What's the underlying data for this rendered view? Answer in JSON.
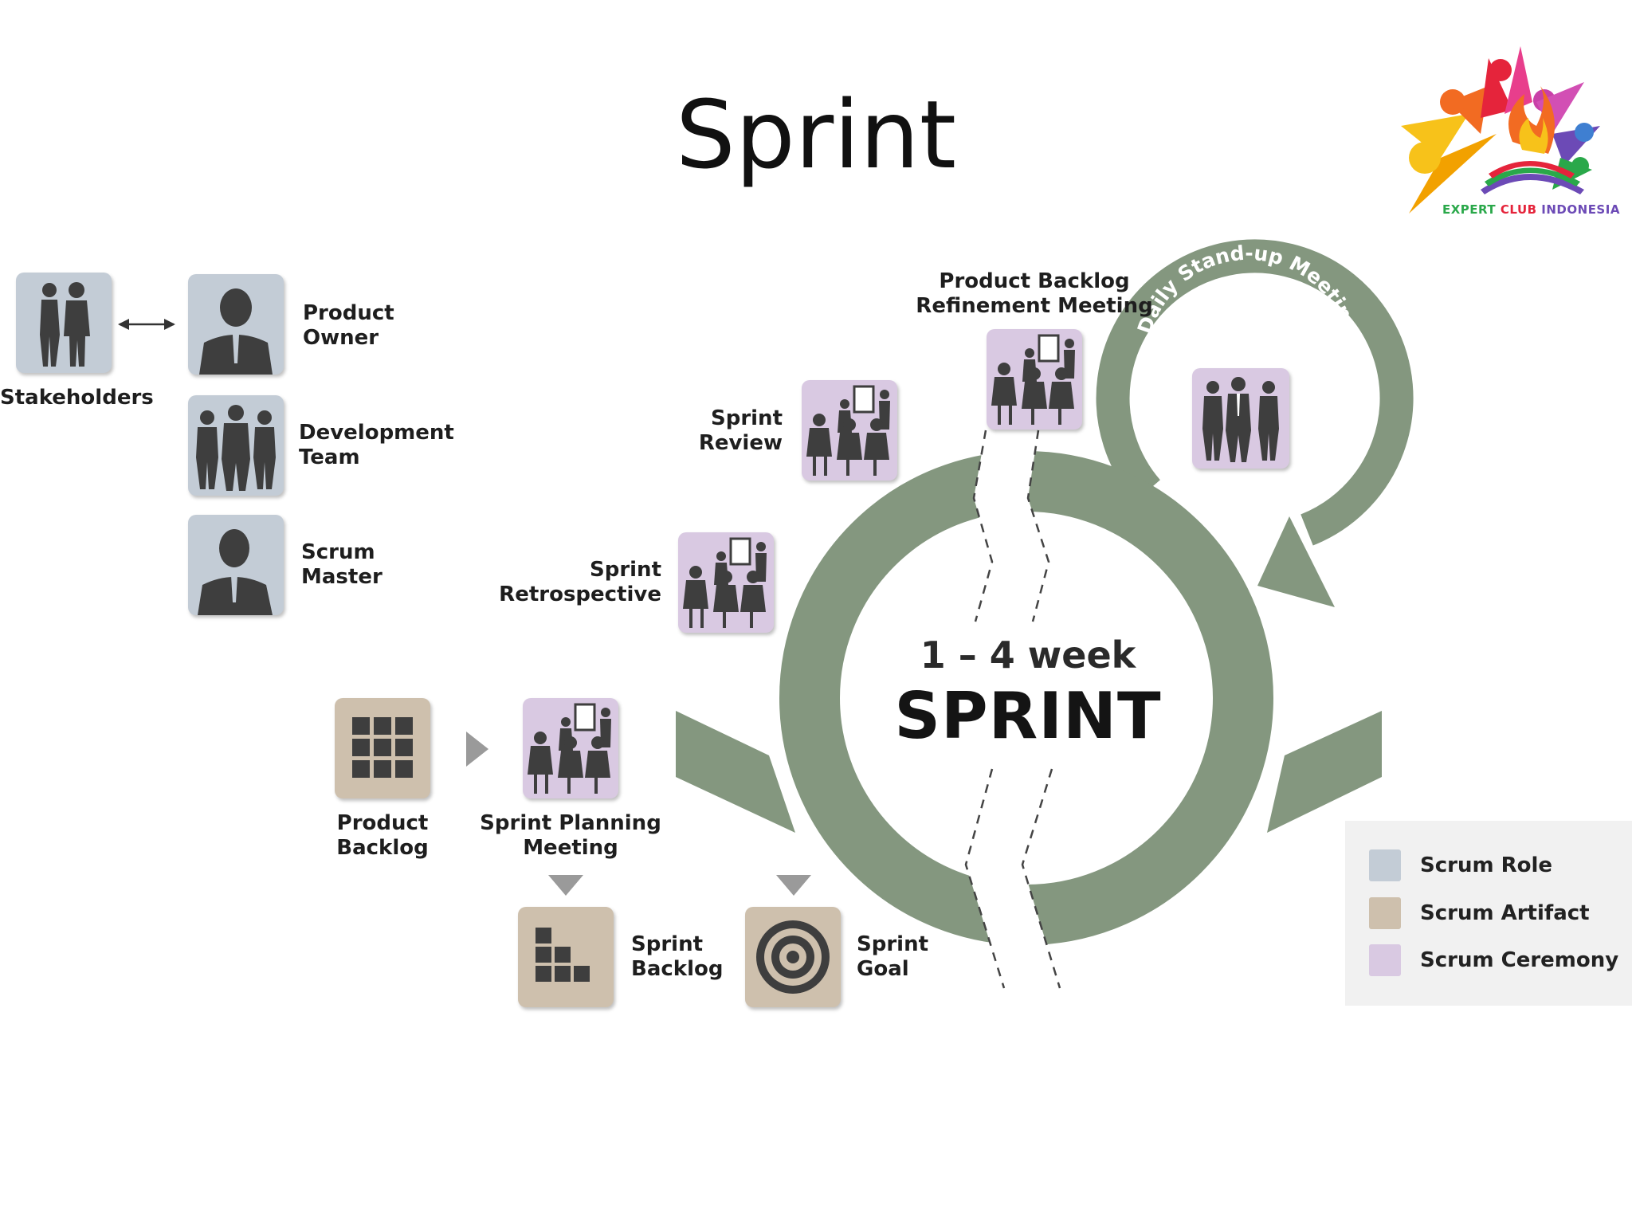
{
  "title": "Sprint",
  "logo": {
    "words": [
      "EXPERT",
      "CLUB",
      "INDONESIA"
    ]
  },
  "roles": {
    "stakeholders": "Stakeholders",
    "product_owner": [
      "Product",
      "Owner"
    ],
    "development_team": [
      "Development",
      "Team"
    ],
    "scrum_master": [
      "Scrum",
      "Master"
    ]
  },
  "ceremonies": {
    "refinement": [
      "Product Backlog",
      "Refinement Meeting"
    ],
    "daily": "Daily Stand-up Meeting",
    "review": [
      "Sprint",
      "Review"
    ],
    "retrospective": [
      "Sprint",
      "Retrospective"
    ],
    "planning": [
      "Sprint Planning",
      "Meeting"
    ]
  },
  "artifacts": {
    "product_backlog": [
      "Product",
      "Backlog"
    ],
    "sprint_backlog": [
      "Sprint",
      "Backlog"
    ],
    "sprint_goal": [
      "Sprint",
      "Goal"
    ]
  },
  "cycle": {
    "duration": "1 – 4 week",
    "name": "SPRINT"
  },
  "legend": [
    {
      "label": "Scrum Role",
      "color": "#c3ccd6"
    },
    {
      "label": "Scrum Artifact",
      "color": "#cec0ad"
    },
    {
      "label": "Scrum Ceremony",
      "color": "#d9c9e2"
    }
  ],
  "colors": {
    "cycle": "#84977f",
    "silhouette": "#3e3e3e"
  }
}
